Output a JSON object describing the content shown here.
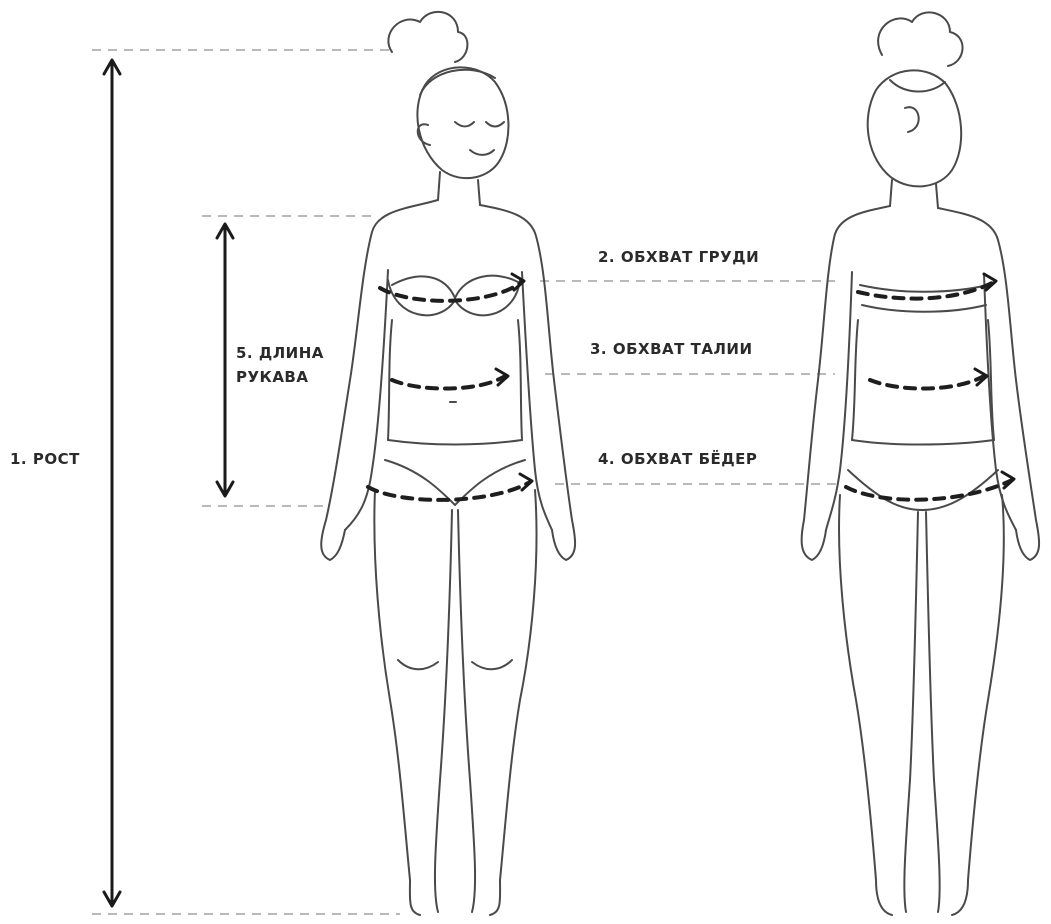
{
  "labels": {
    "height": "1. РОСТ",
    "chest": "2. ОБХВАТ ГРУДИ",
    "waist": "3. ОБХВАТ ТАЛИИ",
    "hips": "4. ОБХВАТ БЁДЕР",
    "sleeve_line1": "5. ДЛИНА",
    "sleeve_line2": "РУКАВА"
  },
  "colors": {
    "line": "#4a4a4a",
    "arrow": "#1a1a1a",
    "guide": "#b9b9b9",
    "background": "#ffffff"
  }
}
